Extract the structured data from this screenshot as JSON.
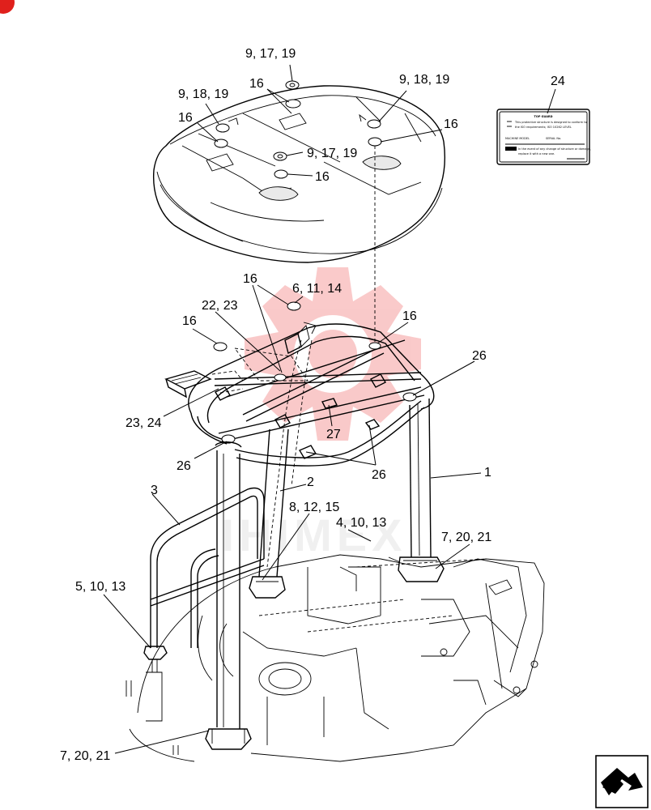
{
  "diagram": {
    "callouts": [
      "9, 17, 19",
      "16",
      "9, 18, 19",
      "16",
      "9, 18, 19",
      "16",
      "9, 17, 19",
      "16",
      "24",
      "16",
      "6, 11, 14",
      "22, 23",
      "16",
      "16",
      "26",
      "23, 24",
      "27",
      "26",
      "26",
      "1",
      "3",
      "2",
      "8, 12, 15",
      "4, 10, 13",
      "7, 20, 21",
      "5, 10, 13",
      "7, 20, 21"
    ],
    "decal": {
      "title": "TOP GUARD",
      "lines": [
        "This protective structure is designed to conform to",
        "the ISO requirements; ISO 10262 LEVEL",
        "MACHINE MODEL",
        "SERIAL No.",
        "In the event of any change of structure or damage,",
        "replace it with a new one."
      ]
    },
    "watermark": "IHIMEX",
    "colors": {
      "line": "#000000",
      "watermark": "#f8b8b8",
      "corner_badge": "#e0201c",
      "background": "#ffffff"
    },
    "nav_icon": "next-page-arrow-icon"
  }
}
